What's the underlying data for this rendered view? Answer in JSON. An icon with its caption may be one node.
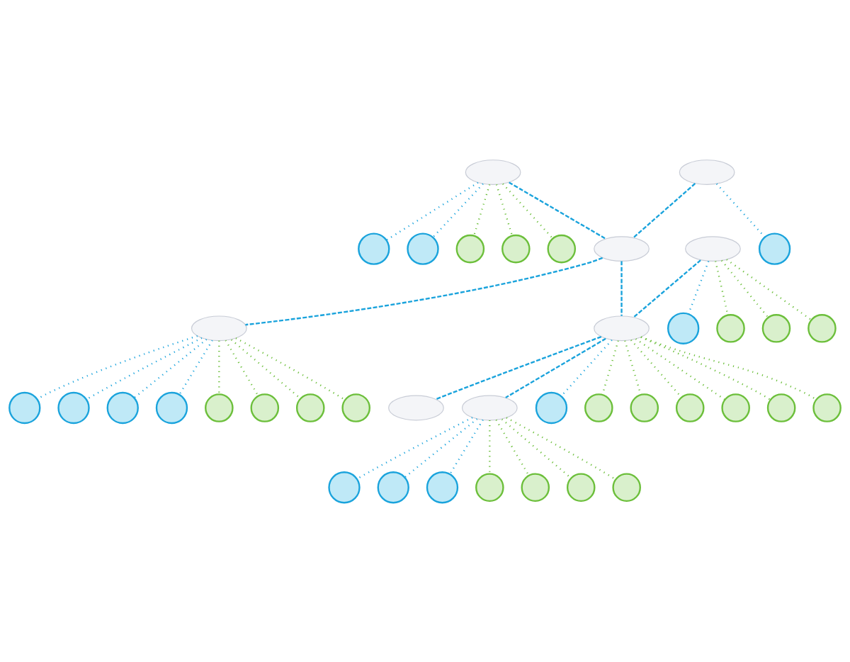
{
  "diagram": {
    "nodes": [
      {
        "text": [],
        "shape": "ellipse"
      },
      {
        "text": [],
        "shape": "ellipse"
      },
      {
        "text": [],
        "shape": "ellipse"
      },
      {
        "text": [],
        "shape": "ellipse"
      },
      {
        "text": [],
        "shape": "ellipse"
      },
      {
        "text": [],
        "shape": "ellipse"
      },
      {
        "text": [],
        "shape": "ellipse"
      },
      {
        "text": [],
        "shape": "ellipse"
      },
      {
        "text": [],
        "shape": "circle"
      },
      {
        "text": [],
        "shape": "circle"
      },
      {
        "text": [],
        "shape": "circle"
      },
      {
        "text": [],
        "shape": "circle"
      },
      {
        "text": [],
        "shape": "circle"
      },
      {
        "text": [],
        "shape": "circle"
      },
      {
        "text": [],
        "shape": "circle"
      },
      {
        "text": [],
        "shape": "circle"
      },
      {
        "text": [],
        "shape": "circle"
      },
      {
        "text": [],
        "shape": "circle"
      },
      {
        "text": [],
        "shape": "circle"
      },
      {
        "text": [],
        "shape": "circle"
      },
      {
        "text": [],
        "shape": "person"
      },
      {
        "text": [],
        "shape": "person"
      },
      {
        "text": [],
        "shape": "person"
      },
      {
        "text": [],
        "shape": "person"
      },
      {
        "text": [],
        "shape": "person"
      },
      {
        "text": [],
        "shape": "person"
      },
      {
        "text": [],
        "shape": "person"
      },
      {
        "text": [],
        "shape": "person"
      },
      {
        "text": [],
        "shape": "person"
      },
      {
        "text": [],
        "shape": "person"
      },
      {
        "text": [],
        "shape": "person"
      },
      {
        "text": [],
        "shape": "person"
      },
      {
        "text": [],
        "shape": "person"
      },
      {
        "text": [],
        "shape": "person"
      },
      {
        "text": [],
        "shape": "person"
      },
      {
        "text": [],
        "shape": "person"
      },
      {
        "text": [],
        "shape": "person"
      },
      {
        "text": [],
        "shape": "person"
      },
      {
        "text": [],
        "shape": "person"
      },
      {
        "text": [],
        "shape": "person"
      }
    ],
    "edges": [
      {
        "from": 0,
        "to": 4,
        "arrow": "none",
        "style": "dashed",
        "color": "#1aa3dc"
      },
      {
        "from": 1,
        "to": 4,
        "arrow": "none",
        "style": "dashed",
        "color": "#1aa3dc"
      },
      {
        "from": 4,
        "to": 2,
        "arrow": "none",
        "style": "dashed",
        "color": "#1aa3dc"
      },
      {
        "from": 4,
        "to": 5,
        "arrow": "none",
        "style": "dashed",
        "color": "#1aa3dc"
      },
      {
        "from": 3,
        "to": 5,
        "arrow": "none",
        "style": "dashed",
        "color": "#1aa3dc"
      },
      {
        "from": 5,
        "to": 6,
        "arrow": "none",
        "style": "dashed",
        "color": "#1aa3dc"
      },
      {
        "from": 5,
        "to": 7,
        "arrow": "none",
        "style": "dashed",
        "color": "#1aa3dc"
      },
      {
        "from": 0,
        "to": 8,
        "arrow": "none",
        "color": "#1aa3dc"
      },
      {
        "from": 0,
        "to": 9,
        "arrow": "none",
        "color": "#1aa3dc"
      },
      {
        "from": 1,
        "to": 10,
        "arrow": "none",
        "color": "#1aa3dc"
      },
      {
        "from": 3,
        "to": 11,
        "arrow": "none",
        "color": "#1aa3dc"
      },
      {
        "from": 5,
        "to": 12,
        "arrow": "none",
        "color": "#1aa3dc"
      },
      {
        "from": 7,
        "to": 13,
        "arrow": "none",
        "color": "#1aa3dc"
      },
      {
        "from": 7,
        "to": 14,
        "arrow": "none",
        "color": "#1aa3dc"
      },
      {
        "from": 7,
        "to": 15,
        "arrow": "none",
        "color": "#1aa3dc"
      },
      {
        "from": 2,
        "to": 16,
        "arrow": "none",
        "color": "#1aa3dc"
      },
      {
        "from": 2,
        "to": 17,
        "arrow": "none",
        "color": "#1aa3dc"
      },
      {
        "from": 2,
        "to": 18,
        "arrow": "none",
        "color": "#1aa3dc"
      },
      {
        "from": 2,
        "to": 19,
        "arrow": "none",
        "color": "#1aa3dc"
      },
      {
        "from": 0,
        "to": 20,
        "arrow": "none"
      },
      {
        "from": 0,
        "to": 21,
        "arrow": "none"
      },
      {
        "from": 0,
        "to": 22,
        "arrow": "none"
      },
      {
        "from": 3,
        "to": 23,
        "arrow": "none"
      },
      {
        "from": 3,
        "to": 24,
        "arrow": "none"
      },
      {
        "from": 3,
        "to": 25,
        "arrow": "none"
      },
      {
        "from": 5,
        "to": 26,
        "arrow": "none"
      },
      {
        "from": 5,
        "to": 28,
        "arrow": "none"
      },
      {
        "from": 5,
        "to": 29,
        "arrow": "none"
      },
      {
        "from": 5,
        "to": 30,
        "arrow": "none"
      },
      {
        "from": 5,
        "to": 31,
        "arrow": "none"
      },
      {
        "from": 5,
        "to": 32,
        "arrow": "none"
      },
      {
        "from": 7,
        "to": 27,
        "arrow": "none"
      },
      {
        "from": 7,
        "to": 33,
        "arrow": "none"
      },
      {
        "from": 7,
        "to": 34,
        "arrow": "none"
      },
      {
        "from": 7,
        "to": 35,
        "arrow": "none"
      },
      {
        "from": 2,
        "to": 36,
        "arrow": "none"
      },
      {
        "from": 2,
        "to": 37,
        "arrow": "none"
      },
      {
        "from": 2,
        "to": 38,
        "arrow": "none"
      },
      {
        "from": 2,
        "to": 39,
        "arrow": "none"
      }
    ]
  }
}
